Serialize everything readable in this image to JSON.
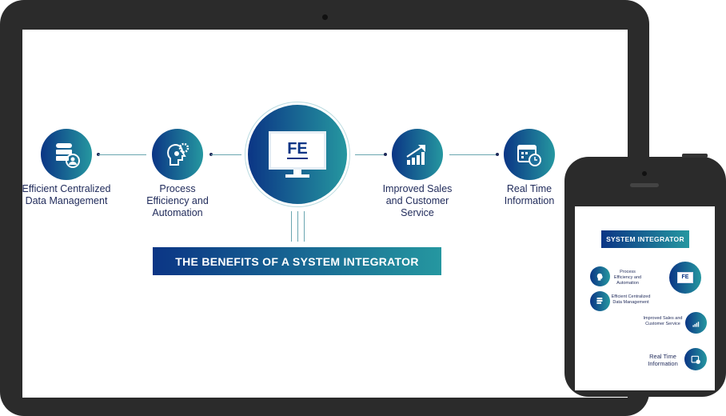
{
  "infographic": {
    "title": "THE BENEFITS OF A SYSTEM INTEGRATOR",
    "center_logo": "FE",
    "items": [
      {
        "label": "Efficient Centralized Data Management",
        "icon": "database-user-icon"
      },
      {
        "label": "Process Efficiency and Automation",
        "icon": "head-gears-icon"
      },
      {
        "label": "Improved Sales and Customer Service",
        "icon": "growth-chart-icon"
      },
      {
        "label": "Real Time Information",
        "icon": "calendar-clock-icon"
      }
    ]
  },
  "phone": {
    "title": "SYSTEM INTEGRATOR",
    "center_logo": "FE",
    "items": [
      {
        "label": "Process Efficiency and Automation"
      },
      {
        "label": "Efficient Centralized Data Management"
      },
      {
        "label": "Improved Sales and Customer Service"
      },
      {
        "label": "Real Time Information"
      }
    ]
  },
  "colors": {
    "gradient_start": "#0b3585",
    "gradient_end": "#2597a0",
    "text": "#1f2a5a"
  }
}
